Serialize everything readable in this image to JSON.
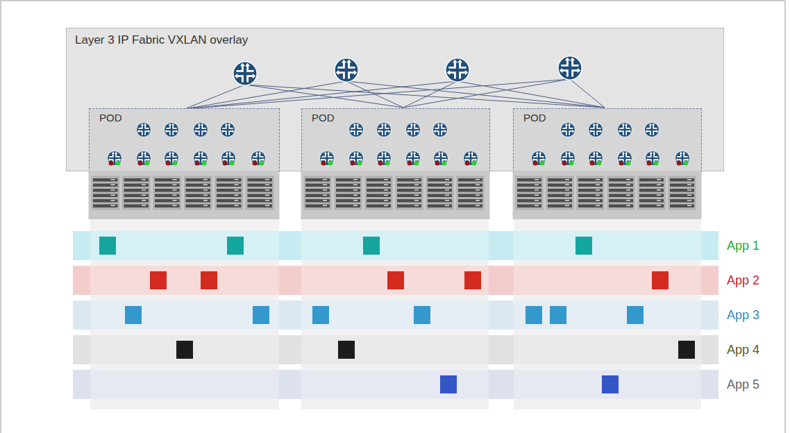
{
  "diagram": {
    "nodes": [
      {
        "text": [
          "Layer 3 IP Fabric VXLAN overlay"
        ]
      },
      {
        "text": [
          "POD"
        ],
        "in": 0
      },
      {
        "text": [
          "POD"
        ],
        "in": 0
      },
      {
        "text": [
          "POD"
        ],
        "in": 0
      },
      {
        "text": [
          "App 1"
        ]
      },
      {
        "text": [
          "App 2"
        ]
      },
      {
        "text": [
          "App 3"
        ]
      },
      {
        "text": [
          "App 4"
        ]
      },
      {
        "text": [
          "App 5"
        ]
      }
    ]
  }
}
